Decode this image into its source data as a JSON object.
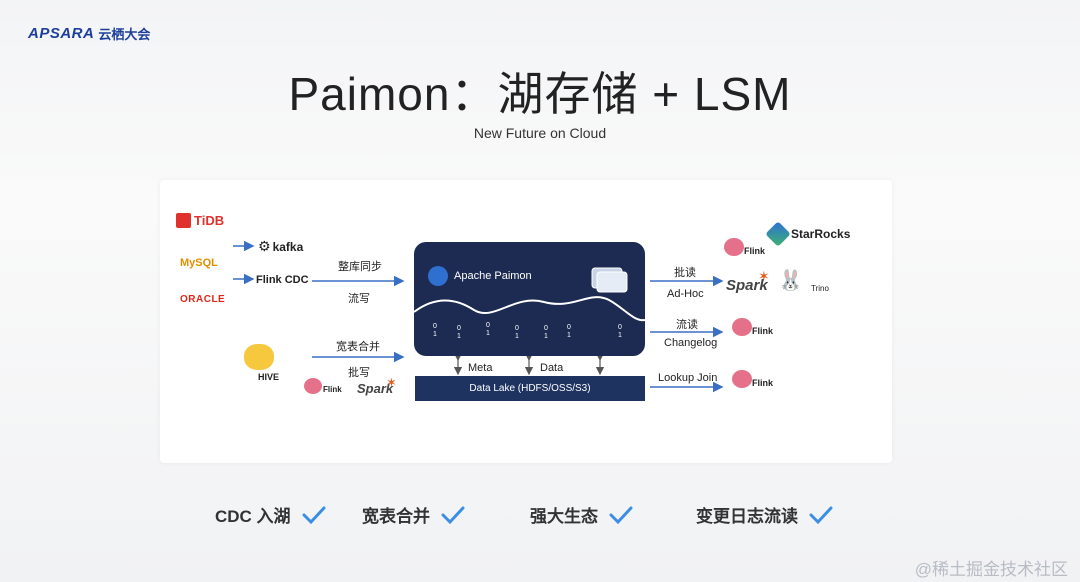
{
  "header": {
    "brand": "APSARA",
    "brand_cn": "云栖大会"
  },
  "title": "Paimon：湖存储 + LSM",
  "subtitle": "New Future on Cloud",
  "diagram": {
    "sources": {
      "tidb": "TiDB",
      "mysql": "MySQL",
      "oracle": "ORACLE",
      "kafka": "kafka",
      "flink_cdc": "Flink CDC",
      "hive": "HIVE",
      "flink": "Flink",
      "spark": "Spark"
    },
    "left_labels": {
      "whole_db_sync": "整库同步",
      "stream_write": "流写",
      "wide_table_merge": "宽表合并",
      "batch_write": "批写"
    },
    "core": {
      "name": "Apache Paimon",
      "bits": [
        "0\n1",
        "0\n1",
        "0\n1",
        "0\n1",
        "0\n1",
        "0\n1",
        "0\n1"
      ]
    },
    "lake": {
      "name": "Data Lake (HDFS/OSS/S3)",
      "meta": "Meta",
      "data": "Data"
    },
    "right_labels": {
      "batch_read": "批读",
      "adhoc": "Ad-Hoc",
      "stream_read": "流读",
      "changelog": "Changelog",
      "lookup_join": "Lookup Join"
    },
    "targets": {
      "flink": "Flink",
      "spark": "Spark",
      "starrocks": "StarRocks",
      "trino": "Trino"
    }
  },
  "features": [
    {
      "label": "CDC 入湖"
    },
    {
      "label": "宽表合并"
    },
    {
      "label": "强大生态"
    },
    {
      "label": "变更日志流读"
    }
  ],
  "watermark": "@稀土掘金技术社区",
  "colors": {
    "navy": "#1d2b52",
    "accent": "#3a7bd5",
    "check": "#3a8ee6"
  }
}
